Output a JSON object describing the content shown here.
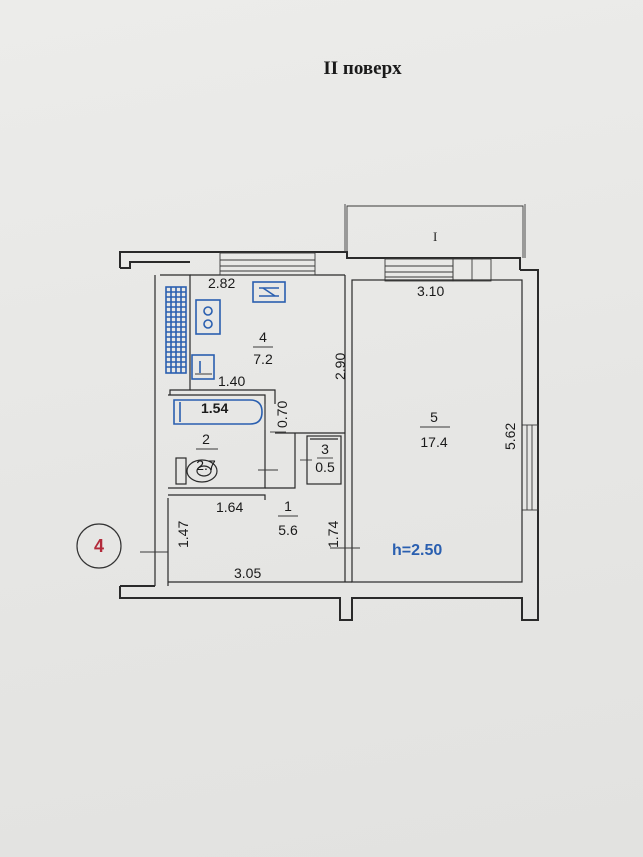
{
  "title": "II поверх",
  "balcony_label": "I",
  "height_label": "h=2.50",
  "apartment_number": "4",
  "rooms": [
    {
      "number": "4",
      "area": "7.2"
    },
    {
      "number": "2",
      "area": "2.7"
    },
    {
      "number": "3",
      "area": "0.5"
    },
    {
      "number": "1",
      "area": "5.6"
    },
    {
      "number": "5",
      "area": "17.4"
    }
  ],
  "dimensions": {
    "kitchen_top": "2.82",
    "kitchen_right": "2.90",
    "kitchen_bottom": "1.40",
    "bath_top": "1.54",
    "bath_side": "0.70",
    "hall_top": "1.64",
    "hall_left": "1.47",
    "hall_right": "1.74",
    "hall_bottom": "3.05",
    "living_top": "3.10",
    "living_right": "5.62"
  },
  "colors": {
    "fixture_blue": "#2a5fb0",
    "mark_red": "#b22a3a",
    "wall": "#2a2a2a"
  }
}
